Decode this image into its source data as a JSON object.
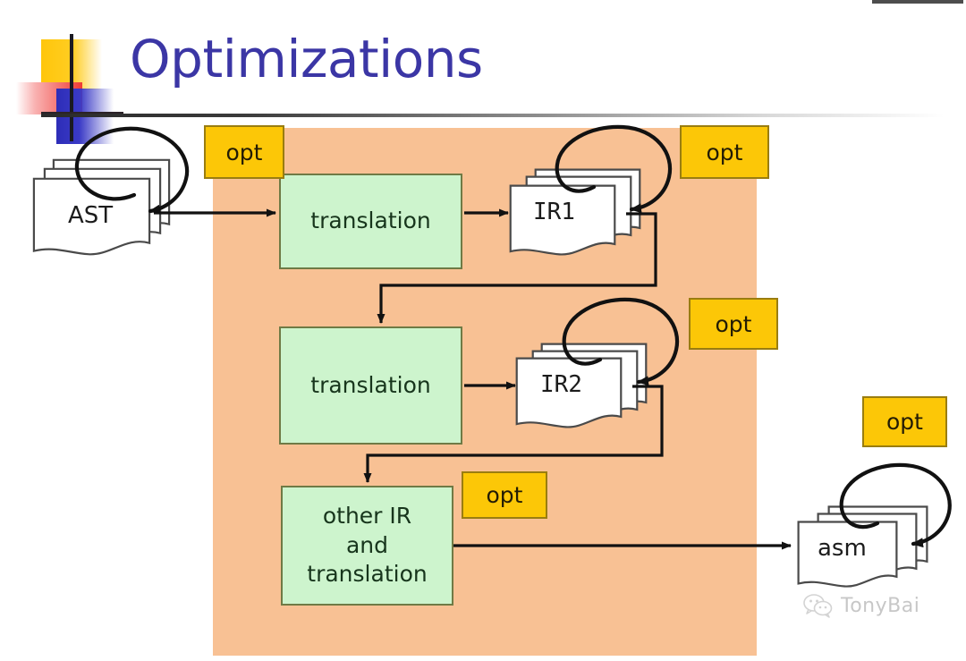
{
  "slide": {
    "title": "Optimizations",
    "title_color": "#3b36a5",
    "panel_color": "#f8c194",
    "process_fill": "#cdf4cd",
    "process_border": "#6f7a45",
    "opt_fill": "#fcc707",
    "opt_border": "#9a7d10",
    "document_fill": "#ffffff",
    "document_border": "#4a4a4a"
  },
  "diagram": {
    "type": "flowchart",
    "documents": [
      {
        "id": "ast",
        "label": "AST",
        "has_self_loop": true
      },
      {
        "id": "ir1",
        "label": "IR1",
        "has_self_loop": true
      },
      {
        "id": "ir2",
        "label": "IR2",
        "has_self_loop": true
      },
      {
        "id": "asm",
        "label": "asm",
        "has_self_loop": true
      }
    ],
    "processes": [
      {
        "id": "translation-1",
        "label": "translation"
      },
      {
        "id": "translation-2",
        "label": "translation"
      },
      {
        "id": "other-ir",
        "label": "other IR\nand\ntranslation",
        "line1": "other IR",
        "line2": "and",
        "line3": "translation"
      }
    ],
    "optimizations": [
      {
        "id": "opt-ast",
        "label": "opt",
        "attached_to": "ast"
      },
      {
        "id": "opt-ir1",
        "label": "opt",
        "attached_to": "ir1"
      },
      {
        "id": "opt-ir2",
        "label": "opt",
        "attached_to": "ir2"
      },
      {
        "id": "opt-other-ir",
        "label": "opt",
        "attached_to": "other-ir"
      },
      {
        "id": "opt-asm",
        "label": "opt",
        "attached_to": "asm"
      }
    ],
    "edges": [
      {
        "from": "ast",
        "to": "translation-1"
      },
      {
        "from": "translation-1",
        "to": "ir1"
      },
      {
        "from": "ir1",
        "to": "translation-2"
      },
      {
        "from": "translation-2",
        "to": "ir2"
      },
      {
        "from": "ir2",
        "to": "other-ir"
      },
      {
        "from": "other-ir",
        "to": "asm"
      }
    ]
  },
  "watermark": {
    "text": "TonyBai",
    "icon": "wechat-icon"
  }
}
